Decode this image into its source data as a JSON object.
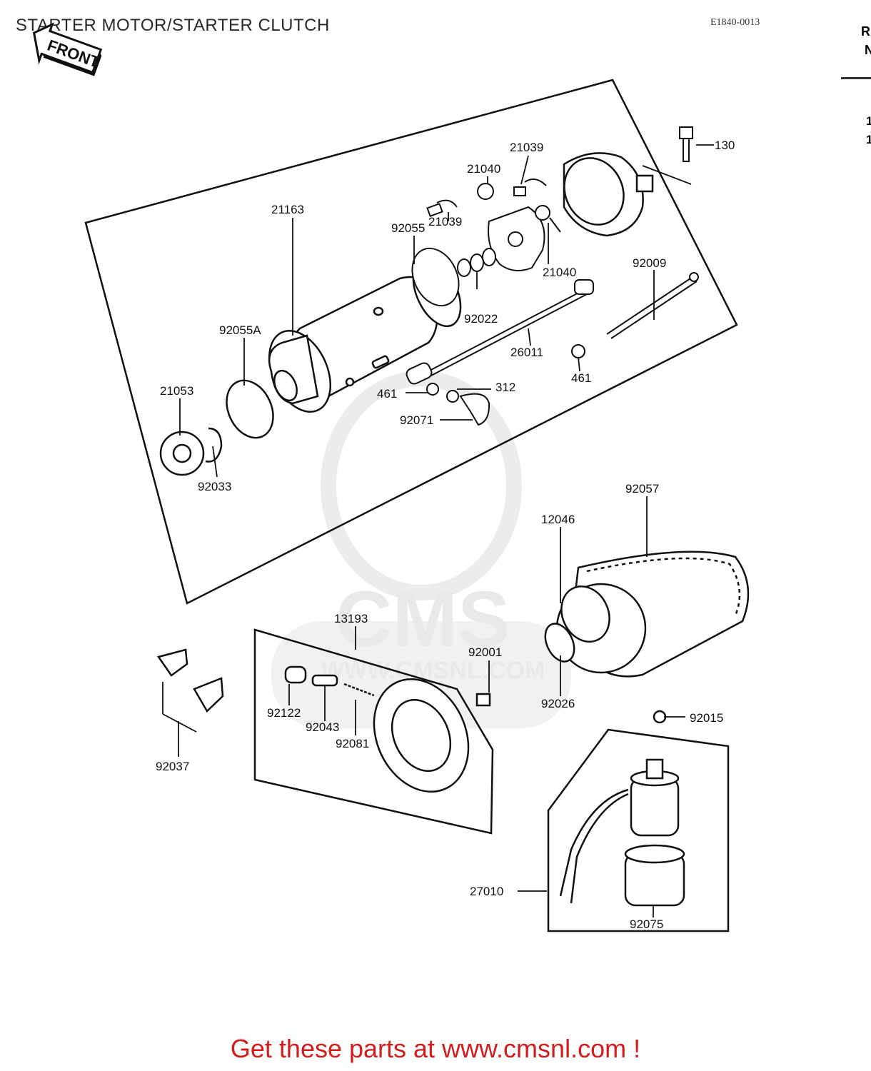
{
  "header": {
    "title": "STARTER MOTOR/STARTER CLUTCH",
    "diagram_code": "E1840-0013",
    "front_arrow": "FRONT"
  },
  "side_panel": {
    "lines": [
      "R",
      "N",
      "1",
      "1"
    ]
  },
  "watermark": {
    "brand": "CMS",
    "url": "WWW.CMSNL.COM"
  },
  "callouts": {
    "p130": "130",
    "p21039a": "21039",
    "p21040a": "21040",
    "p21163": "21163",
    "p92055": "92055",
    "p21039b": "21039",
    "p21040b": "21040",
    "p92009": "92009",
    "p92022": "92022",
    "p26011": "26011",
    "p92055A": "92055A",
    "p461a": "461",
    "p461b": "461",
    "p312": "312",
    "p21053": "21053",
    "p92071": "92071",
    "p92033": "92033",
    "p92057": "92057",
    "p12046": "12046",
    "p13193": "13193",
    "p92001": "92001",
    "p92026": "92026",
    "p92122": "92122",
    "p92043": "92043",
    "p92081": "92081",
    "p92015": "92015",
    "p92037": "92037",
    "p27010": "27010",
    "p92075": "92075"
  },
  "footer": {
    "cta": "Get these parts at www.cmsnl.com !"
  },
  "colors": {
    "cta": "#d31c1c",
    "ink": "#111111",
    "watermark": "#e9e9e9"
  }
}
